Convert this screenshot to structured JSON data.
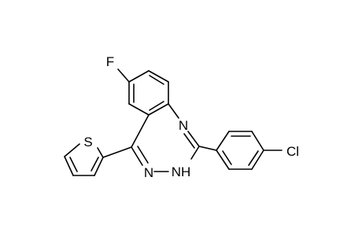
{
  "molecule": {
    "atom_labels": {
      "fluorine": "F",
      "chlorine": "Cl",
      "imine_nitrogen": "N",
      "azo_nitrogen": "N",
      "amine_nh": "NH",
      "thiophene_sulfur": "S"
    },
    "colors": {
      "bond": "#000000",
      "label": "#000000",
      "background": "#ffffff"
    }
  }
}
